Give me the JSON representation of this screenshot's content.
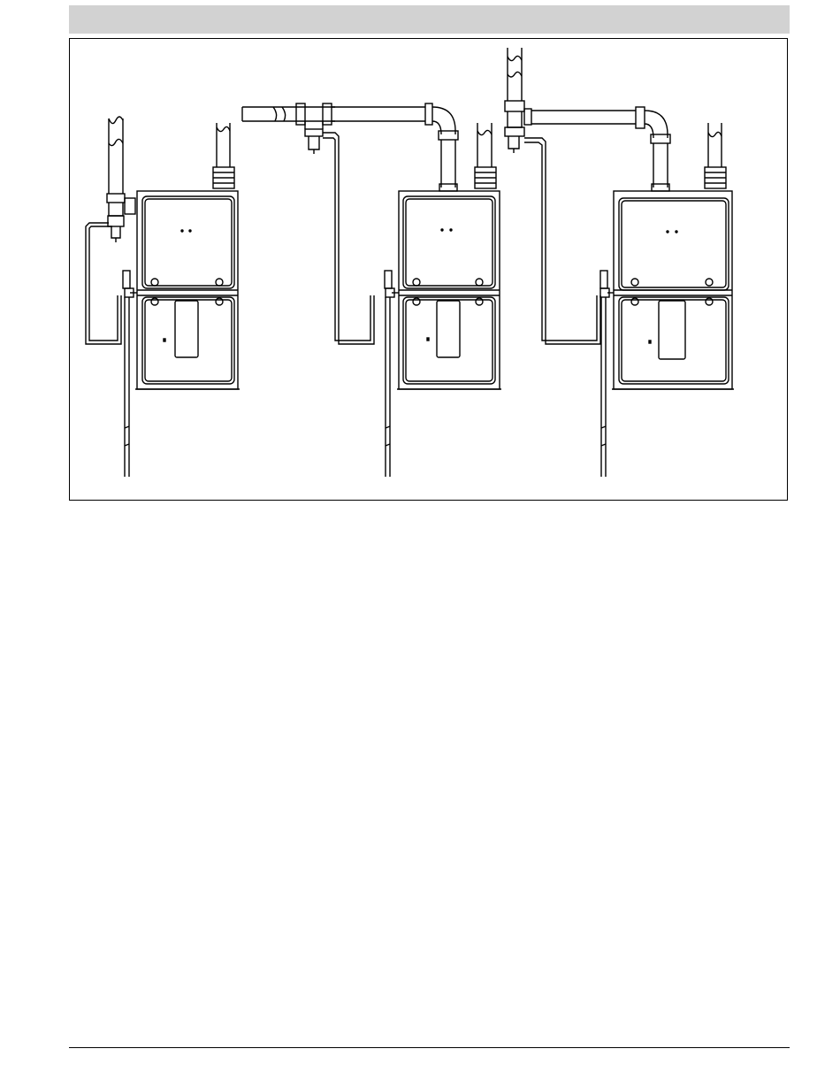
{
  "header": {
    "title": ""
  },
  "figure": {
    "furnaces": [
      {
        "id": "left-vent-configuration"
      },
      {
        "id": "center-vent-configuration"
      },
      {
        "id": "right-vent-configuration"
      }
    ]
  },
  "footer": {
    "page_label": ""
  }
}
